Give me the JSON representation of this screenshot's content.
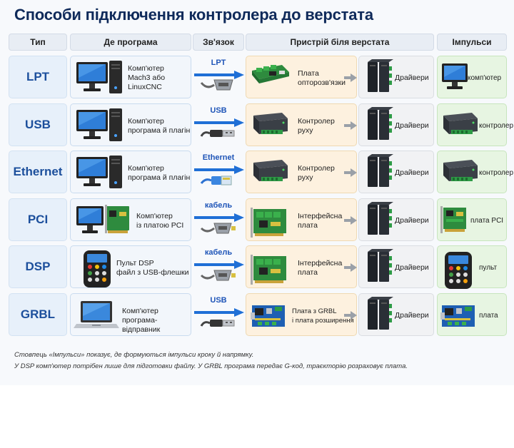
{
  "title": "Способи підключення контролера до верстата",
  "headers": {
    "type": "Тип",
    "program": "Де програма",
    "link": "Зв'язок",
    "device": "Пристрій біля верстата",
    "pulses": "Імпульси"
  },
  "rows": [
    {
      "type": "LPT",
      "program": "Комп'ютер\nMach3 або\nLinuxCNC",
      "link": "LPT",
      "device": "Плата\nопторозв'язки",
      "driver": "Драйвери",
      "pulse": "комп'ютер",
      "prog_icon": "pc-icon",
      "cable_icon": "db25-cable-icon",
      "dev_icon": "breakout-board-icon",
      "pulse_icon": "monitor-icon"
    },
    {
      "type": "USB",
      "program": "Комп'ютер\nпрограма й плагін",
      "link": "USB",
      "device": "Контролер\nруху",
      "driver": "Драйвери",
      "pulse": "контролер",
      "prog_icon": "pc-icon",
      "cable_icon": "usb-cable-icon",
      "dev_icon": "controller-box-icon",
      "pulse_icon": "controller-box-icon"
    },
    {
      "type": "Ethernet",
      "program": "Комп'ютер\nпрограма й плагін",
      "link": "Ethernet",
      "device": "Контролер\nруху",
      "driver": "Драйвери",
      "pulse": "контролер",
      "prog_icon": "pc-icon",
      "cable_icon": "rj45-cable-icon",
      "dev_icon": "controller-box-icon",
      "pulse_icon": "controller-box-icon"
    },
    {
      "type": "PCI",
      "program": "Комп'ютер\nіз платою PCI",
      "link": "кабель",
      "device": "Інтерфейсна\nплата",
      "driver": "Драйвери",
      "pulse": "плата PCI",
      "prog_icon": "pc-pci-icon",
      "cable_icon": "db-cable-icon",
      "dev_icon": "interface-board-icon",
      "pulse_icon": "pci-card-icon"
    },
    {
      "type": "DSP",
      "program": "Пульт DSP\nфайл з USB-флешки",
      "link": "кабель",
      "device": "Інтерфейсна\nплата",
      "driver": "Драйвери",
      "pulse": "пульт",
      "prog_icon": "dsp-pendant-icon",
      "cable_icon": "db-cable-icon",
      "dev_icon": "interface-board-icon",
      "pulse_icon": "dsp-pendant-icon"
    },
    {
      "type": "GRBL",
      "program": "Комп'ютер\nпрограма-відправник",
      "link": "USB",
      "device": "Плата з GRBL\nі плата розширення",
      "driver": "Драйвери",
      "pulse": "плата",
      "prog_icon": "laptop-icon",
      "cable_icon": "usb-cable-icon",
      "dev_icon": "grbl-board-icon",
      "pulse_icon": "grbl-board-icon"
    }
  ],
  "notes": [
    "Стовпець «Імпульси» показує, де формуються імпульси кроку й напрямку.",
    "У DSP комп'ютер потрібен лише для підготовки файлу. У GRBL програма передає G-код, траєкторію розраховує плата."
  ],
  "colors": {
    "title": "#0f2a5a",
    "type_text": "#1c4f9c",
    "link_blue": "#1f6fd6",
    "device_bg": "#fdf1df",
    "pulse_bg": "#e7f5e2",
    "program_bg": "#f2f6fb"
  }
}
